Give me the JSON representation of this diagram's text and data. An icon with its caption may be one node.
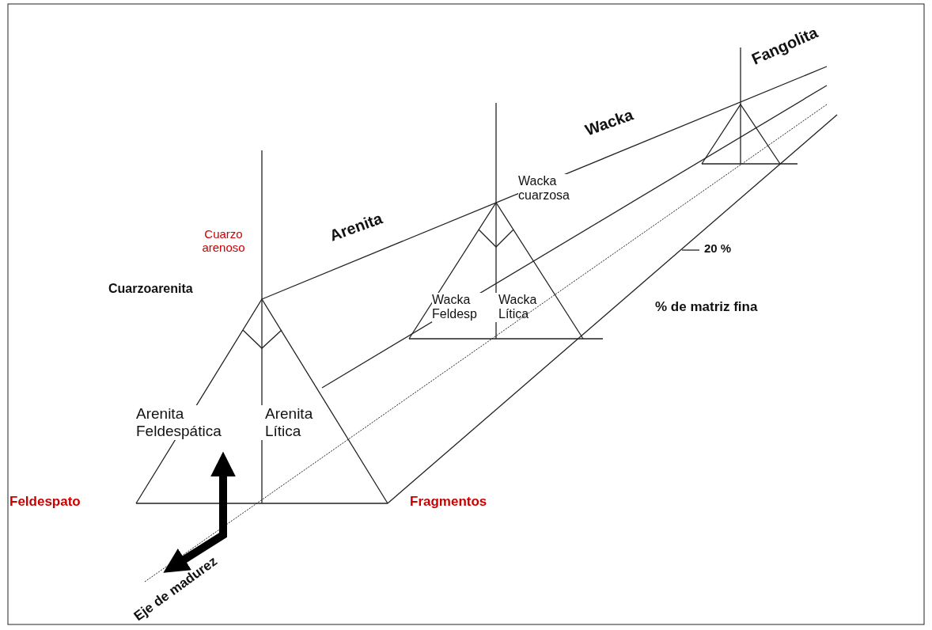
{
  "diagram": {
    "labels": [
      "Fangolita",
      "Wacka",
      "Arenita",
      "Wacka cuarzosa",
      "Cuarzo arenoso",
      "Cuarzoarenita",
      "20 %",
      "% de matriz fina",
      "Wacka Feldesp",
      "Wacka Lítica",
      "Arenita Feldespática",
      "Arenita Lítica",
      "Feldespato",
      "Fragmentos",
      "Eje de madurez"
    ]
  }
}
